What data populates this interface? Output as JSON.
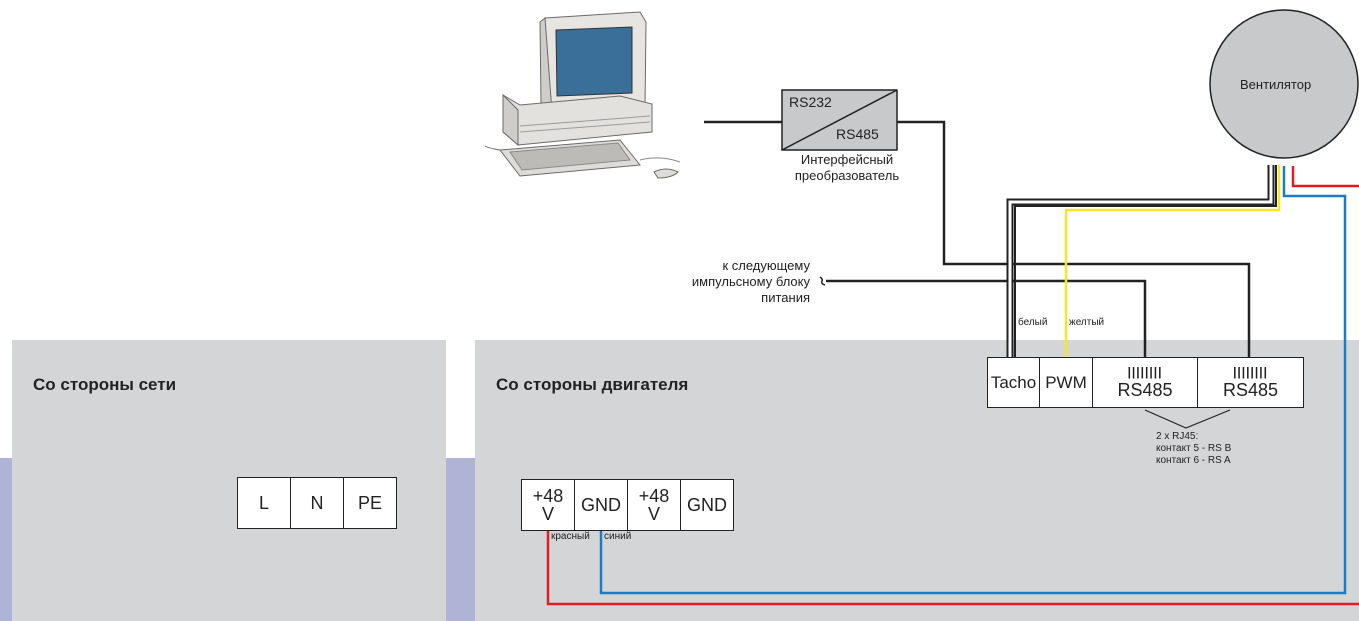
{
  "colors": {
    "panel": "#d4d5d6",
    "accent": "#afb4d6",
    "wire_black": "#222222",
    "wire_red": "#e31b23",
    "wire_blue": "#1f7bc0",
    "wire_yellow": "#f4e628",
    "fan_fill": "#c8c9cb"
  },
  "icons": {
    "computer": "desktop-computer-icon"
  },
  "converter": {
    "top": "RS232",
    "bottom": "RS485",
    "caption_line1": "Интерфейсный",
    "caption_line2": "преобразователь"
  },
  "fan": {
    "label": "Вентилятор"
  },
  "next_psu": {
    "line1": "к следующему",
    "line2": "импульсному блоку",
    "line3": "питания"
  },
  "wire_labels": {
    "white": "белый",
    "yellow": "желтый",
    "red": "красный",
    "blue": "синий"
  },
  "mains_panel": {
    "title": "Со стороны сети",
    "terminals": [
      "L",
      "N",
      "PE"
    ]
  },
  "motor_panel": {
    "title": "Со стороны двигателя",
    "power_terminals": [
      {
        "l1": "+48",
        "l2": "V"
      },
      {
        "l1": "GND",
        "l2": ""
      },
      {
        "l1": "+48",
        "l2": "V"
      },
      {
        "l1": "GND",
        "l2": ""
      }
    ],
    "signal_terminals": {
      "tacho": "Tacho",
      "pwm": "PWM",
      "rs485_a": "RS485",
      "rs485_b": "RS485"
    },
    "rj45_note": {
      "line1": "2 x RJ45:",
      "line2": "контакт 5 - RS B",
      "line3": "контакт 6 - RS A"
    }
  }
}
